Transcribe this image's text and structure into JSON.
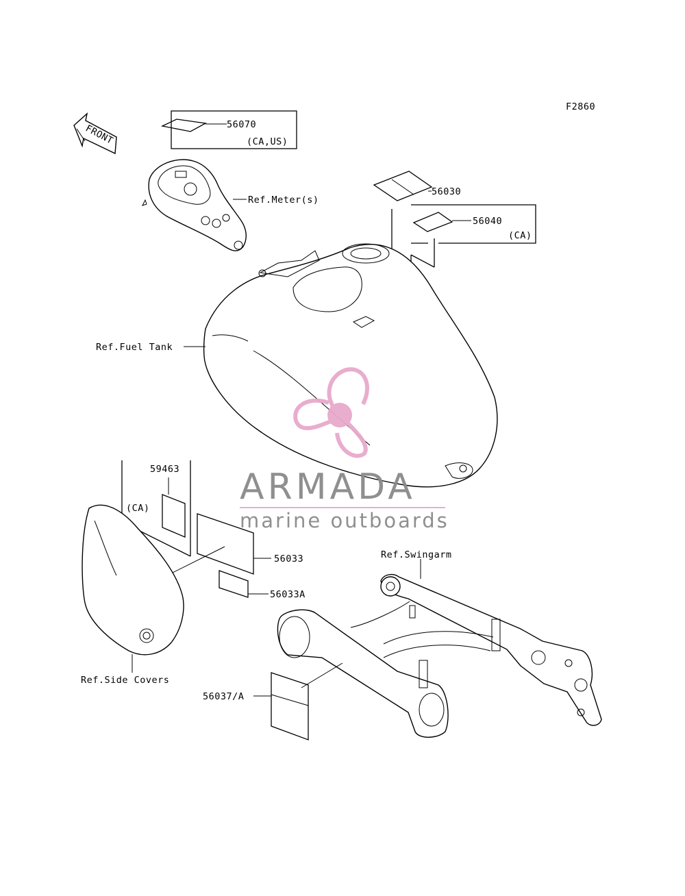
{
  "figure_code": "F2860",
  "front_arrow_label": "FRONT",
  "callouts": {
    "p56070": "56070",
    "p56070_note": "(CA,US)",
    "meter": "Ref.Meter(s)",
    "p56030": "56030",
    "p56040": "56040",
    "p56040_note": "(CA)",
    "fuel_tank": "Ref.Fuel Tank",
    "p59463": "59463",
    "p59463_note": "(CA)",
    "p56033": "56033",
    "p56033a": "56033A",
    "swingarm": "Ref.Swingarm",
    "side_covers": "Ref.Side Covers",
    "p56037a": "56037/A"
  },
  "watermark": {
    "brand": "ARMADA",
    "tagline": "marine outboards",
    "colors": {
      "logo": "#e8a9cc",
      "text": "#8a8a8a"
    }
  }
}
